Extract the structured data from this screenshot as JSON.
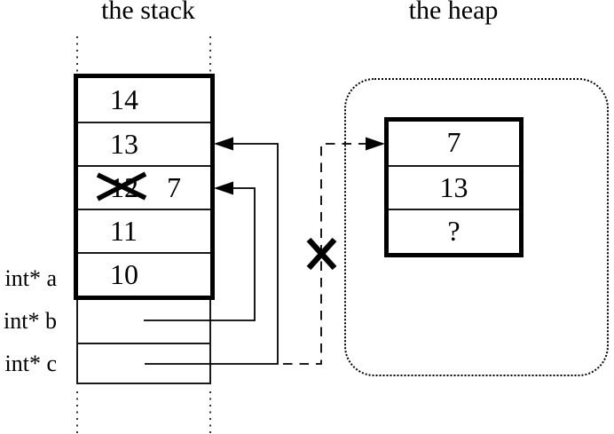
{
  "diagram": {
    "stack": {
      "title": "the stack",
      "cells": [
        {
          "value": "14"
        },
        {
          "value": "13"
        },
        {
          "value": "12",
          "crossed_out": true,
          "new_value": "7"
        },
        {
          "value": "11"
        },
        {
          "value": "10"
        }
      ],
      "pointer_rows": [
        {
          "label": "int* a"
        },
        {
          "label": "int* b"
        },
        {
          "label": "int* c"
        }
      ]
    },
    "heap": {
      "title": "the heap",
      "cells": [
        {
          "value": "7"
        },
        {
          "value": "13"
        },
        {
          "value": "?"
        }
      ]
    },
    "colors": {
      "ink": "#000000",
      "background": "#ffffff"
    }
  }
}
